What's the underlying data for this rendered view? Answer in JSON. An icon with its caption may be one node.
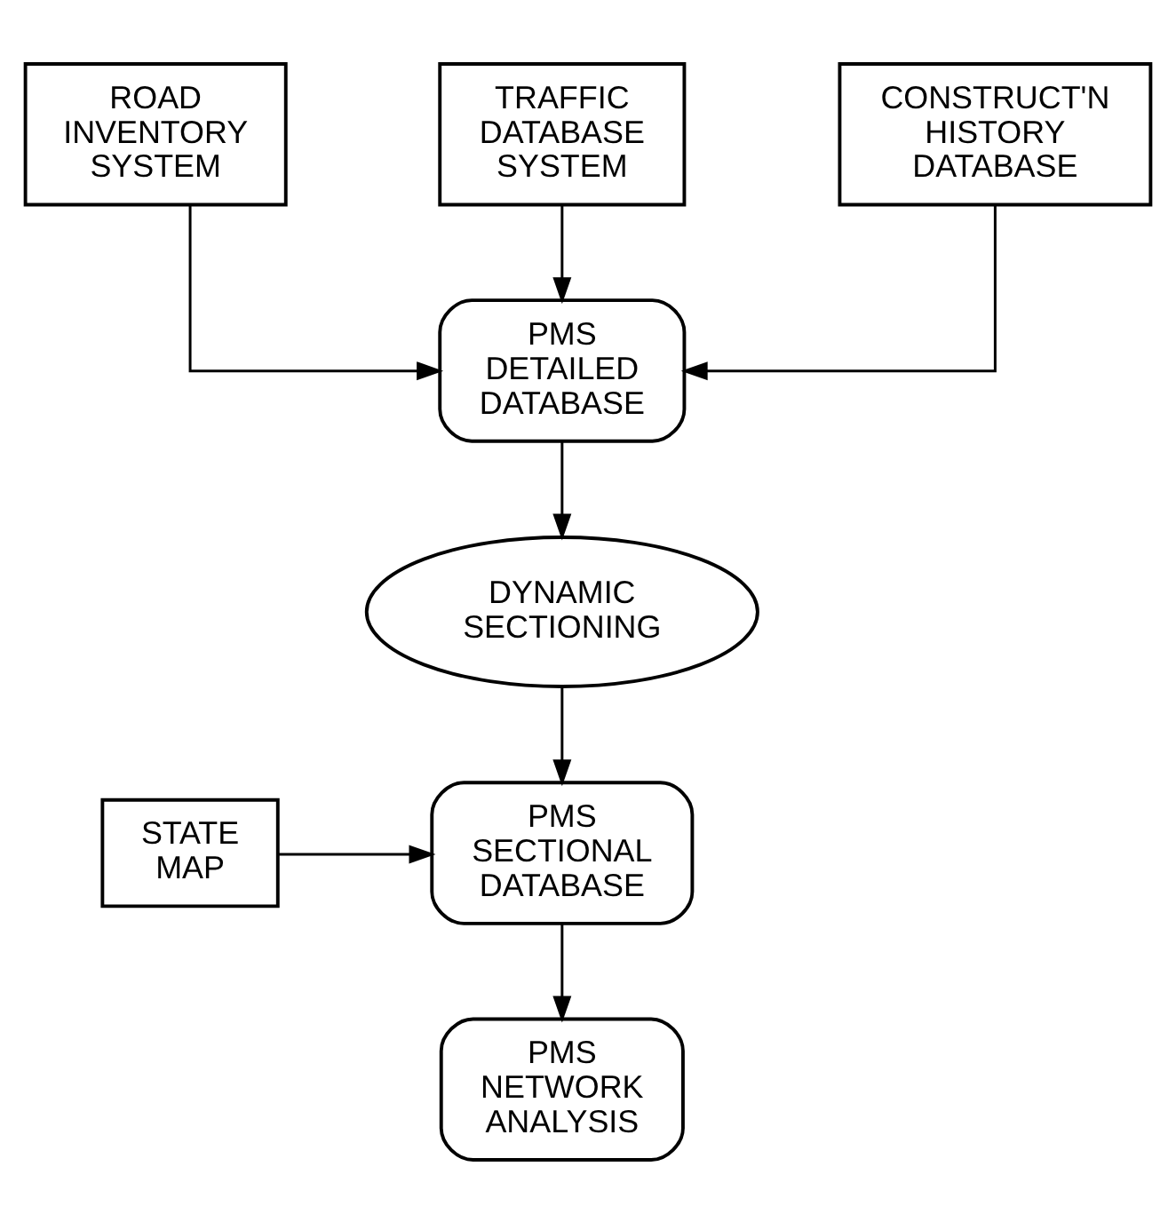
{
  "diagram": {
    "nodes": [
      {
        "text": [
          "ROAD INVENTORY SYSTEM"
        ]
      },
      {
        "text": [
          "TRAFFIC DATABASE SYSTEM"
        ]
      },
      {
        "text": [
          "CONSTRUCT'N HISTORY DATABASE"
        ]
      },
      {
        "text": [
          "PMS DETAILED DATABASE"
        ]
      },
      {
        "text": [
          "DYNAMIC SECTIONING"
        ]
      },
      {
        "text": [
          "STATE MAP"
        ]
      },
      {
        "text": [
          "PMS SECTIONAL DATABASE"
        ]
      },
      {
        "text": [
          "PMS NETWORK ANALYSIS"
        ]
      }
    ],
    "edges": [
      {
        "from": 0,
        "to": 3,
        "arrow": "to"
      },
      {
        "from": 1,
        "to": 3,
        "arrow": "to"
      },
      {
        "from": 2,
        "to": 3,
        "arrow": "to"
      },
      {
        "from": 3,
        "to": 4,
        "arrow": "to"
      },
      {
        "from": 4,
        "to": 6,
        "arrow": "to"
      },
      {
        "from": 5,
        "to": 6,
        "arrow": "to"
      },
      {
        "from": 6,
        "to": 7,
        "arrow": "to"
      }
    ]
  }
}
